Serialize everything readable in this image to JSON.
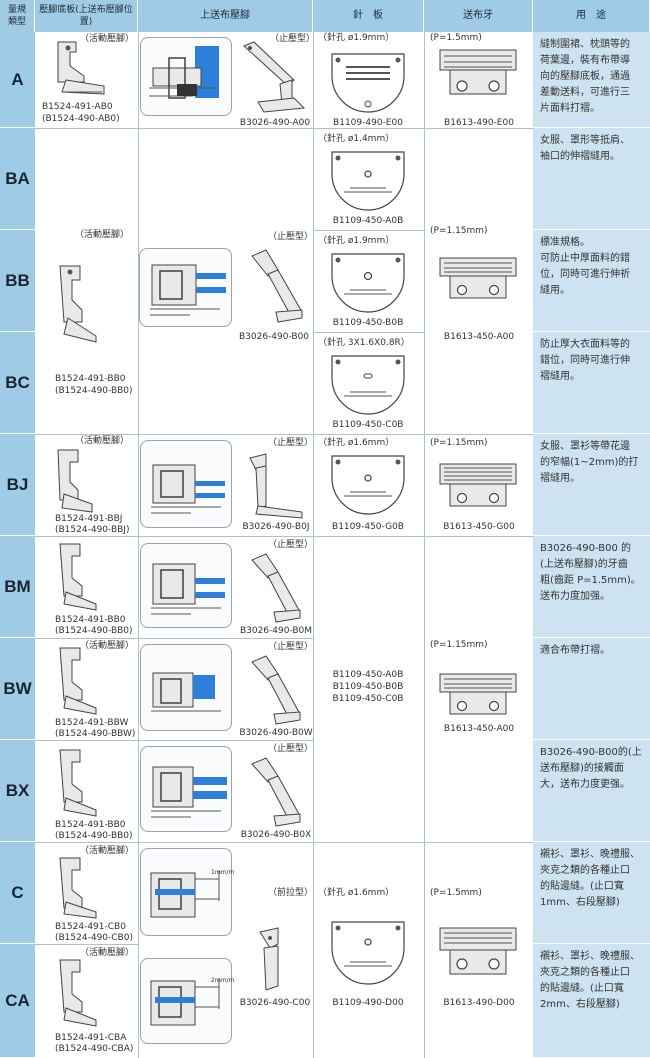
{
  "headers": {
    "type": "量規\n類型",
    "presser_base": "壓腳底板(上送布壓腳位置)",
    "top_feed_foot": "上送布壓腳",
    "needle_plate": "針　板",
    "feed_dog": "送布牙",
    "usage": "用　途"
  },
  "colors": {
    "header_bg": "#9fcbe6",
    "usage_bg": "#cde3f1",
    "accent_blue": "#2e7fd9"
  },
  "common": {
    "sliding_foot": "（活動壓腳）",
    "stop_type": "（止壓型）",
    "pull_type": "（前拉型）"
  },
  "rows": [
    {
      "type": "A",
      "base_code1": "B1524-491-AB0",
      "base_code2": "(B1524-490-AB0)",
      "foot_code": "B3026-490-A00",
      "needle_note": "（針孔 ø1.9mm）",
      "plate_code": "B1109-490-E00",
      "pitch": "(P=1.5mm)",
      "dog_code": "B1613-490-E00",
      "usage": [
        "縫制圍裙、枕頭等的",
        "荷葉邊，裝有布帶導",
        "向的壓腳底板，通過",
        "差動送料，可進行三",
        "片面料打褶。"
      ]
    },
    {
      "type": "BA",
      "needle_note": "（針孔 ø1.4mm）",
      "plate_code": "B1109-450-A0B",
      "usage": [
        "女服、罩形等抵肩、",
        "袖口的伸褶縫用。"
      ]
    },
    {
      "type": "BB",
      "needle_note": "（針孔 ø1.9mm）",
      "plate_code": "B1109-450-B0B",
      "pitch": "(P=1.15mm)",
      "foot_code": "B3026-490-B00",
      "dog_code": "B1613-450-A00",
      "usage": [
        "標准規格。",
        "可防止中厚面料的錯",
        "位，同時可進行伸祈",
        "縫用。"
      ]
    },
    {
      "type": "BC",
      "needle_note": "（針孔 3X1.6X0.8R）",
      "plate_code": "B1109-450-C0B",
      "base_code1": "B1524-491-BB0",
      "base_code2": "(B1524-490-BB0)",
      "usage": [
        "防止厚大衣面料等的",
        "錯位，同時可進行伸",
        "褶縫用。"
      ]
    },
    {
      "type": "BJ",
      "base_code1": "B1524-491-BBJ",
      "base_code2": "(B1524-490-BBJ)",
      "foot_code": "B3026-490-B0J",
      "needle_note": "（針孔 ø1.6mm）",
      "plate_code": "B1109-450-G0B",
      "pitch": "(P=1.15mm)",
      "dog_code": "B1613-450-G00",
      "usage": [
        "女服、罩衫等帶花邊",
        "的窄幅(1~2mm)的打",
        "褶縫用。"
      ]
    },
    {
      "type": "BM",
      "base_code1": "B1524-491-BB0",
      "base_code2": "(B1524-490-BB0)",
      "foot_code": "B3026-490-B0M",
      "usage": [
        "B3026-490-B00 的",
        "(上送布壓腳)的牙齒",
        "粗(齒距 P=1.5mm)。",
        "送布力度加强。"
      ]
    },
    {
      "type": "BW",
      "base_code1": "B1524-491-BBW",
      "base_code2": "(B1524-490-BBW)",
      "foot_code": "B3026-490-B0W",
      "plate_codes": [
        "B1109-450-A0B",
        "B1109-450-B0B",
        "B1109-450-C0B"
      ],
      "pitch": "(P=1.15mm)",
      "dog_code": "B1613-450-A00",
      "usage": [
        "適合布帶打褶。"
      ]
    },
    {
      "type": "BX",
      "base_code1": "B1524-491-BB0",
      "base_code2": "(B1524-490-BB0)",
      "foot_code": "B3026-490-B0X",
      "usage": [
        "B3026-490-B00的(上",
        "送布壓腳)的接觸面",
        "大，送布力度更强。"
      ]
    },
    {
      "type": "C",
      "base_code1": "B1524-491-CB0",
      "base_code2": "(B1524-490-CB0)",
      "mm_label": "1mm/m",
      "needle_note": "（針孔 ø1.6mm）",
      "pitch": "(P=1.5mm)",
      "usage": [
        "襯衫、罩衫、晚禮服、",
        "夾克之類的各種止口",
        "的貼邊縫。(止口寬",
        "1mm、右段壓腳)"
      ]
    },
    {
      "type": "CA",
      "base_code1": "B1524-491-CBA",
      "base_code2": "(B1524-490-CBA)",
      "mm_label": "2mm/m",
      "foot_code": "B3026-490-C00",
      "plate_code": "B1109-490-D00",
      "dog_code": "B1613-490-D00",
      "usage": [
        "襯衫、罩衫、晚禮服、",
        "夾克之類的各種止口",
        "的貼邊縫。(止口寬",
        "2mm、右段壓腳)"
      ]
    }
  ]
}
